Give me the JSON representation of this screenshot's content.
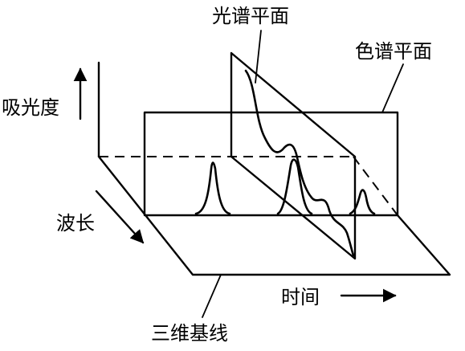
{
  "labels": {
    "spectrum_plane": "光谱平面",
    "chromatogram_plane": "色谱平面",
    "absorbance": "吸光度",
    "wavelength": "波长",
    "time": "时间",
    "baseline_3d": "三维基线"
  },
  "colors": {
    "ink": "#000000",
    "background": "#ffffff"
  }
}
